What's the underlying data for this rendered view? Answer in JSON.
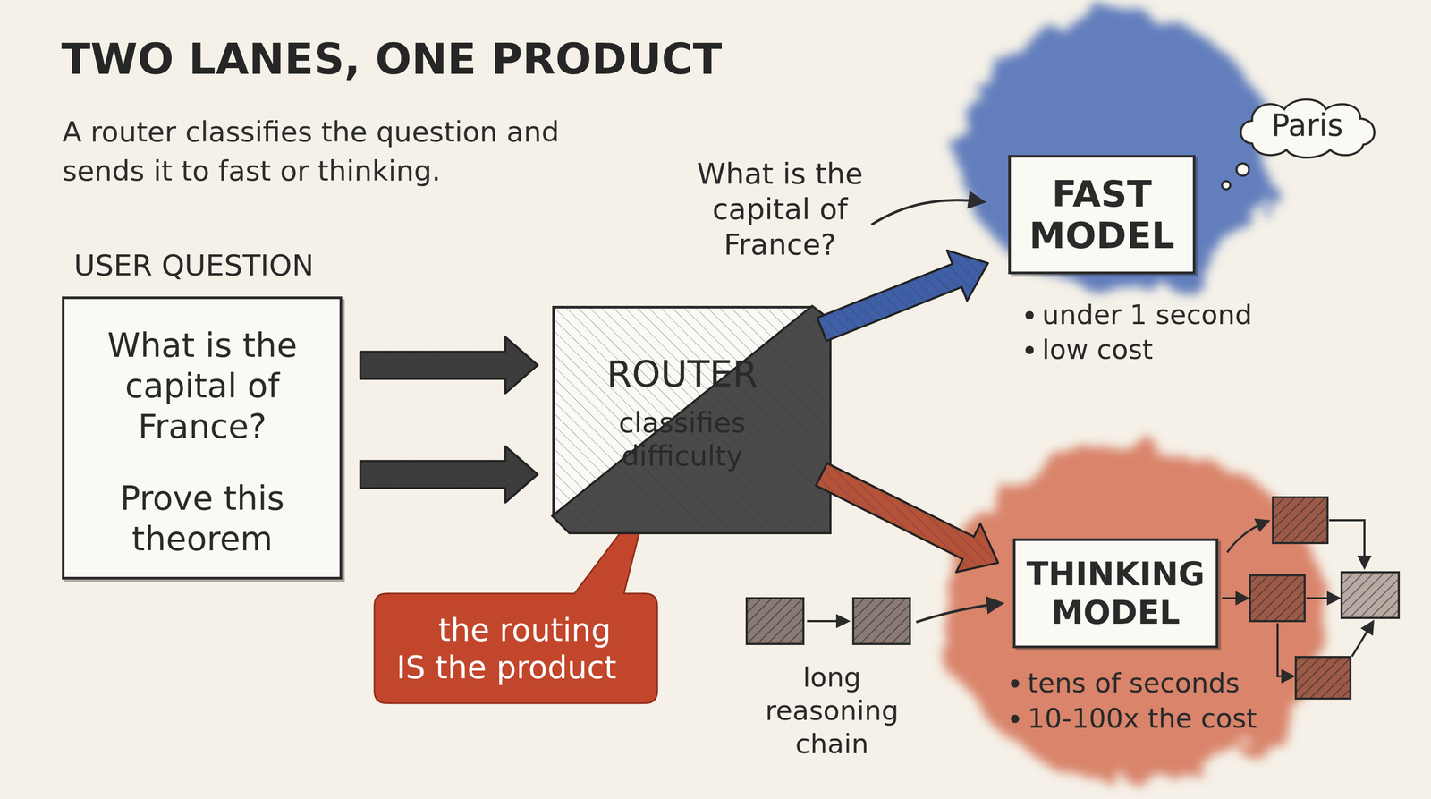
{
  "diagram": {
    "title": "TWO LANES, ONE PRODUCT",
    "caption": "A router classifies the question and sends it to fast or thinking.",
    "nodes": [
      {
        "text": [
          "USER QUESTION",
          "What is the capital of France?",
          "Prove this theorem"
        ]
      },
      {
        "text": [
          "ROUTER",
          "classifies difficulty"
        ]
      },
      {
        "text": [
          "FAST MODEL"
        ]
      },
      {
        "text": [
          "Paris"
        ]
      },
      {
        "text": [
          "THINKING MODEL"
        ]
      },
      {
        "text": [
          "the routing IS the product"
        ]
      }
    ],
    "edges": [
      {
        "from": 0,
        "to": 1,
        "arrow": "to"
      },
      {
        "from": 0,
        "to": 1,
        "arrow": "to"
      },
      {
        "from": 1,
        "to": 2,
        "label": "What is the capital of France?",
        "arrow": "to"
      },
      {
        "from": 1,
        "to": 4,
        "arrow": "to"
      }
    ],
    "labels": [
      "under 1 second",
      "low cost",
      "long reasoning chain",
      "tens of seconds",
      "10-100x the cost"
    ]
  }
}
